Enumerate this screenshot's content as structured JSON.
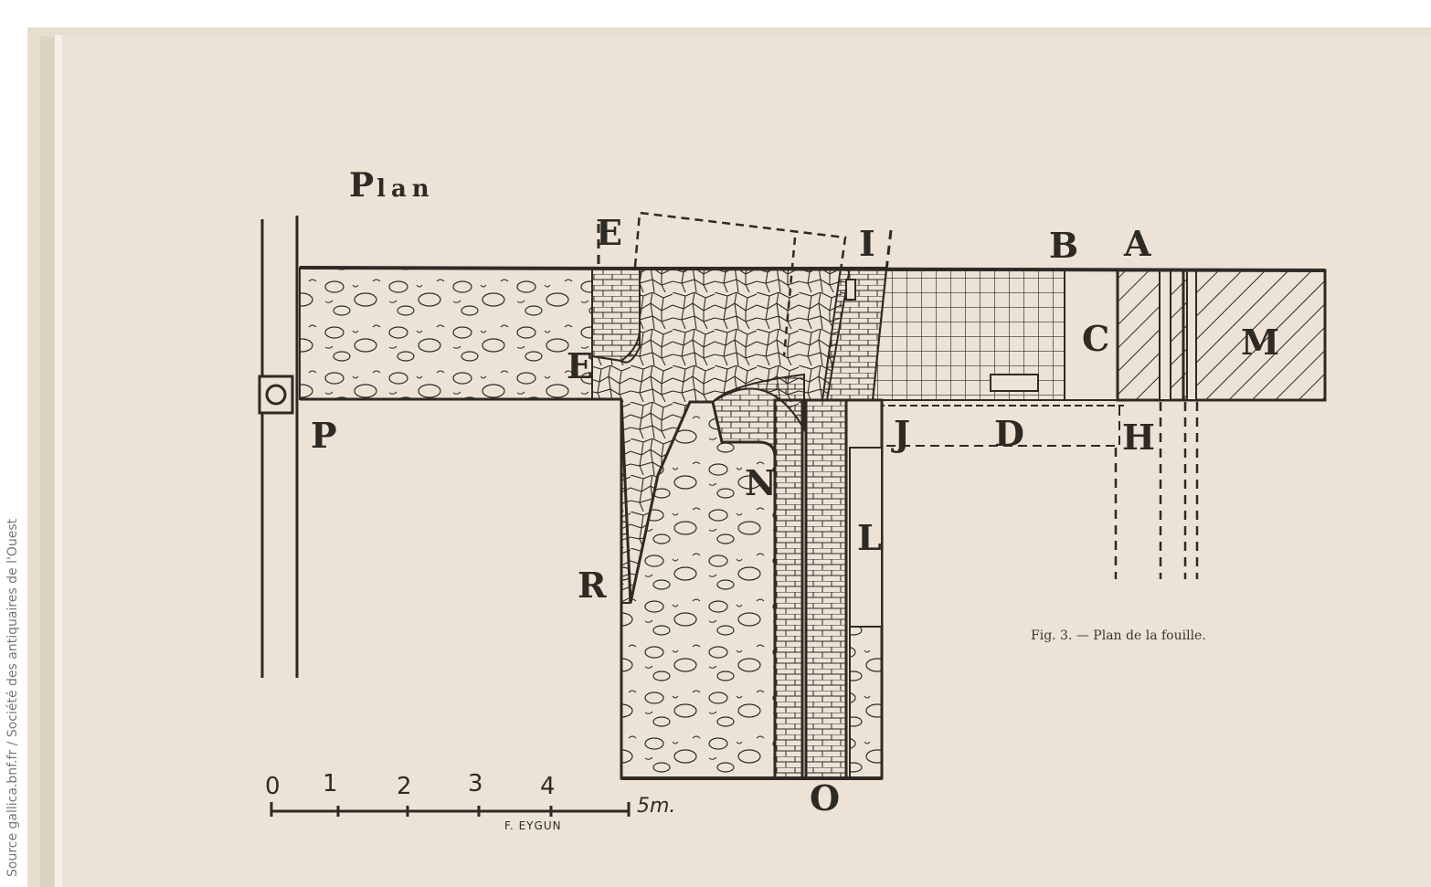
{
  "plan": {
    "title_big": "P",
    "title_small": "lan",
    "labels": {
      "E_top": "E",
      "I": "I",
      "B": "B",
      "A": "A",
      "C": "C",
      "M": "M",
      "E_mid": "E",
      "P": "P",
      "J": "J",
      "D": "D",
      "H": "H",
      "N": "N",
      "L": "L",
      "R": "R",
      "O": "O"
    },
    "caption": "Fig. 3. — Plan de la fouille.",
    "scale": {
      "ticks": [
        "0",
        "1",
        "2",
        "3",
        "4"
      ],
      "unit": "5m.",
      "signature": "F. EYGUN"
    }
  },
  "source_credit": "Source gallica.bnf.fr / Société des antiquaires de l'Ouest",
  "colors": {
    "paper": "#ece3d6",
    "ink": "#2e2a24",
    "edge": "#ddd3c3"
  }
}
